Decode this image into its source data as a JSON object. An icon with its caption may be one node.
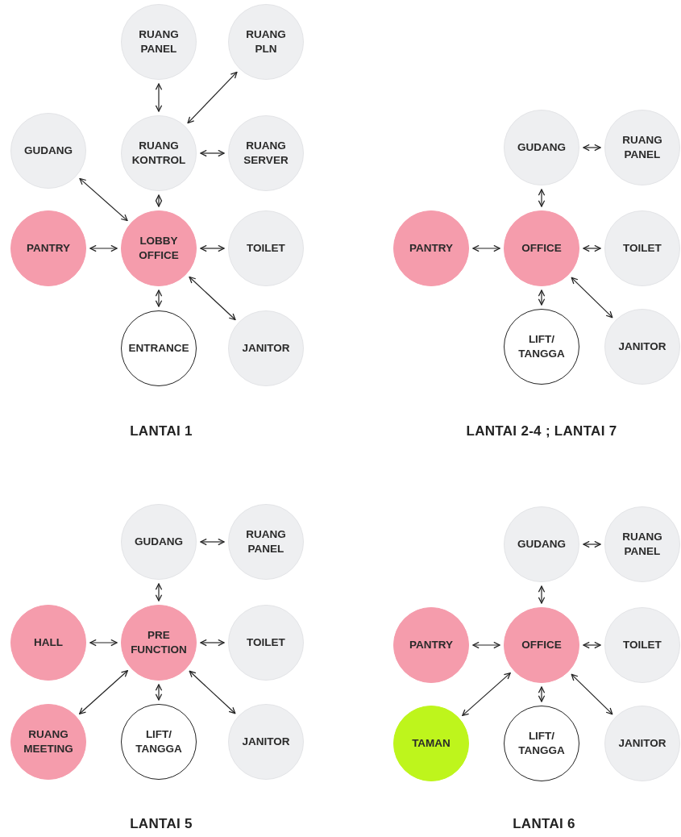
{
  "diagram": {
    "nodes": [
      {
        "text": [
          "RUANG PANEL"
        ]
      },
      {
        "text": [
          "RUANG PLN"
        ]
      },
      {
        "text": [
          "GUDANG"
        ]
      },
      {
        "text": [
          "RUANG KONTROL"
        ]
      },
      {
        "text": [
          "RUANG SERVER"
        ]
      },
      {
        "text": [
          "PANTRY"
        ]
      },
      {
        "text": [
          "LOBBY OFFICE"
        ]
      },
      {
        "text": [
          "TOILET"
        ]
      },
      {
        "text": [
          "ENTRANCE"
        ]
      },
      {
        "text": [
          "JANITOR"
        ]
      },
      {
        "text": [
          "GUDANG"
        ]
      },
      {
        "text": [
          "RUANG PANEL"
        ]
      },
      {
        "text": [
          "PANTRY"
        ]
      },
      {
        "text": [
          "OFFICE"
        ]
      },
      {
        "text": [
          "TOILET"
        ]
      },
      {
        "text": [
          "LIFT/ TANGGA"
        ]
      },
      {
        "text": [
          "JANITOR"
        ]
      },
      {
        "text": [
          "GUDANG"
        ]
      },
      {
        "text": [
          "RUANG PANEL"
        ]
      },
      {
        "text": [
          "HALL"
        ]
      },
      {
        "text": [
          "PRE FUNCTION"
        ]
      },
      {
        "text": [
          "TOILET"
        ]
      },
      {
        "text": [
          "RUANG MEETING"
        ]
      },
      {
        "text": [
          "LIFT/ TANGGA"
        ]
      },
      {
        "text": [
          "JANITOR"
        ]
      },
      {
        "text": [
          "GUDANG"
        ]
      },
      {
        "text": [
          "RUANG PANEL"
        ]
      },
      {
        "text": [
          "PANTRY"
        ]
      },
      {
        "text": [
          "OFFICE"
        ]
      },
      {
        "text": [
          "TOILET"
        ]
      },
      {
        "text": [
          "TAMAN"
        ]
      },
      {
        "text": [
          "LIFT/ TANGGA"
        ]
      },
      {
        "text": [
          "JANITOR"
        ]
      }
    ],
    "edges": [
      {
        "from": 0,
        "to": 3,
        "arrow": "both"
      },
      {
        "from": 3,
        "to": 1,
        "arrow": "both"
      },
      {
        "from": 3,
        "to": 4,
        "arrow": "both"
      },
      {
        "from": 2,
        "to": 6,
        "arrow": "both"
      },
      {
        "from": 3,
        "to": 6,
        "arrow": "both"
      },
      {
        "from": 5,
        "to": 6,
        "arrow": "both"
      },
      {
        "from": 6,
        "to": 7,
        "arrow": "both"
      },
      {
        "from": 6,
        "to": 8,
        "arrow": "both"
      },
      {
        "from": 6,
        "to": 9,
        "arrow": "both"
      },
      {
        "from": 10,
        "to": 11,
        "arrow": "both"
      },
      {
        "from": 10,
        "to": 13,
        "arrow": "both"
      },
      {
        "from": 12,
        "to": 13,
        "arrow": "both"
      },
      {
        "from": 13,
        "to": 14,
        "arrow": "both"
      },
      {
        "from": 13,
        "to": 15,
        "arrow": "both"
      },
      {
        "from": 13,
        "to": 16,
        "arrow": "both"
      },
      {
        "from": 17,
        "to": 18,
        "arrow": "both"
      },
      {
        "from": 17,
        "to": 20,
        "arrow": "both"
      },
      {
        "from": 19,
        "to": 20,
        "arrow": "both"
      },
      {
        "from": 20,
        "to": 21,
        "arrow": "both"
      },
      {
        "from": 20,
        "to": 22,
        "arrow": "both"
      },
      {
        "from": 20,
        "to": 23,
        "arrow": "both"
      },
      {
        "from": 20,
        "to": 24,
        "arrow": "both"
      },
      {
        "from": 25,
        "to": 26,
        "arrow": "both"
      },
      {
        "from": 25,
        "to": 28,
        "arrow": "both"
      },
      {
        "from": 27,
        "to": 28,
        "arrow": "both"
      },
      {
        "from": 28,
        "to": 29,
        "arrow": "both"
      },
      {
        "from": 28,
        "to": 30,
        "arrow": "both"
      },
      {
        "from": 28,
        "to": 31,
        "arrow": "both"
      },
      {
        "from": 28,
        "to": 32,
        "arrow": "both"
      }
    ],
    "labels": [
      "LANTAI 1",
      "LANTAI 2-4 ; LANTAI 7",
      "LANTAI 5",
      "LANTAI 6"
    ]
  }
}
